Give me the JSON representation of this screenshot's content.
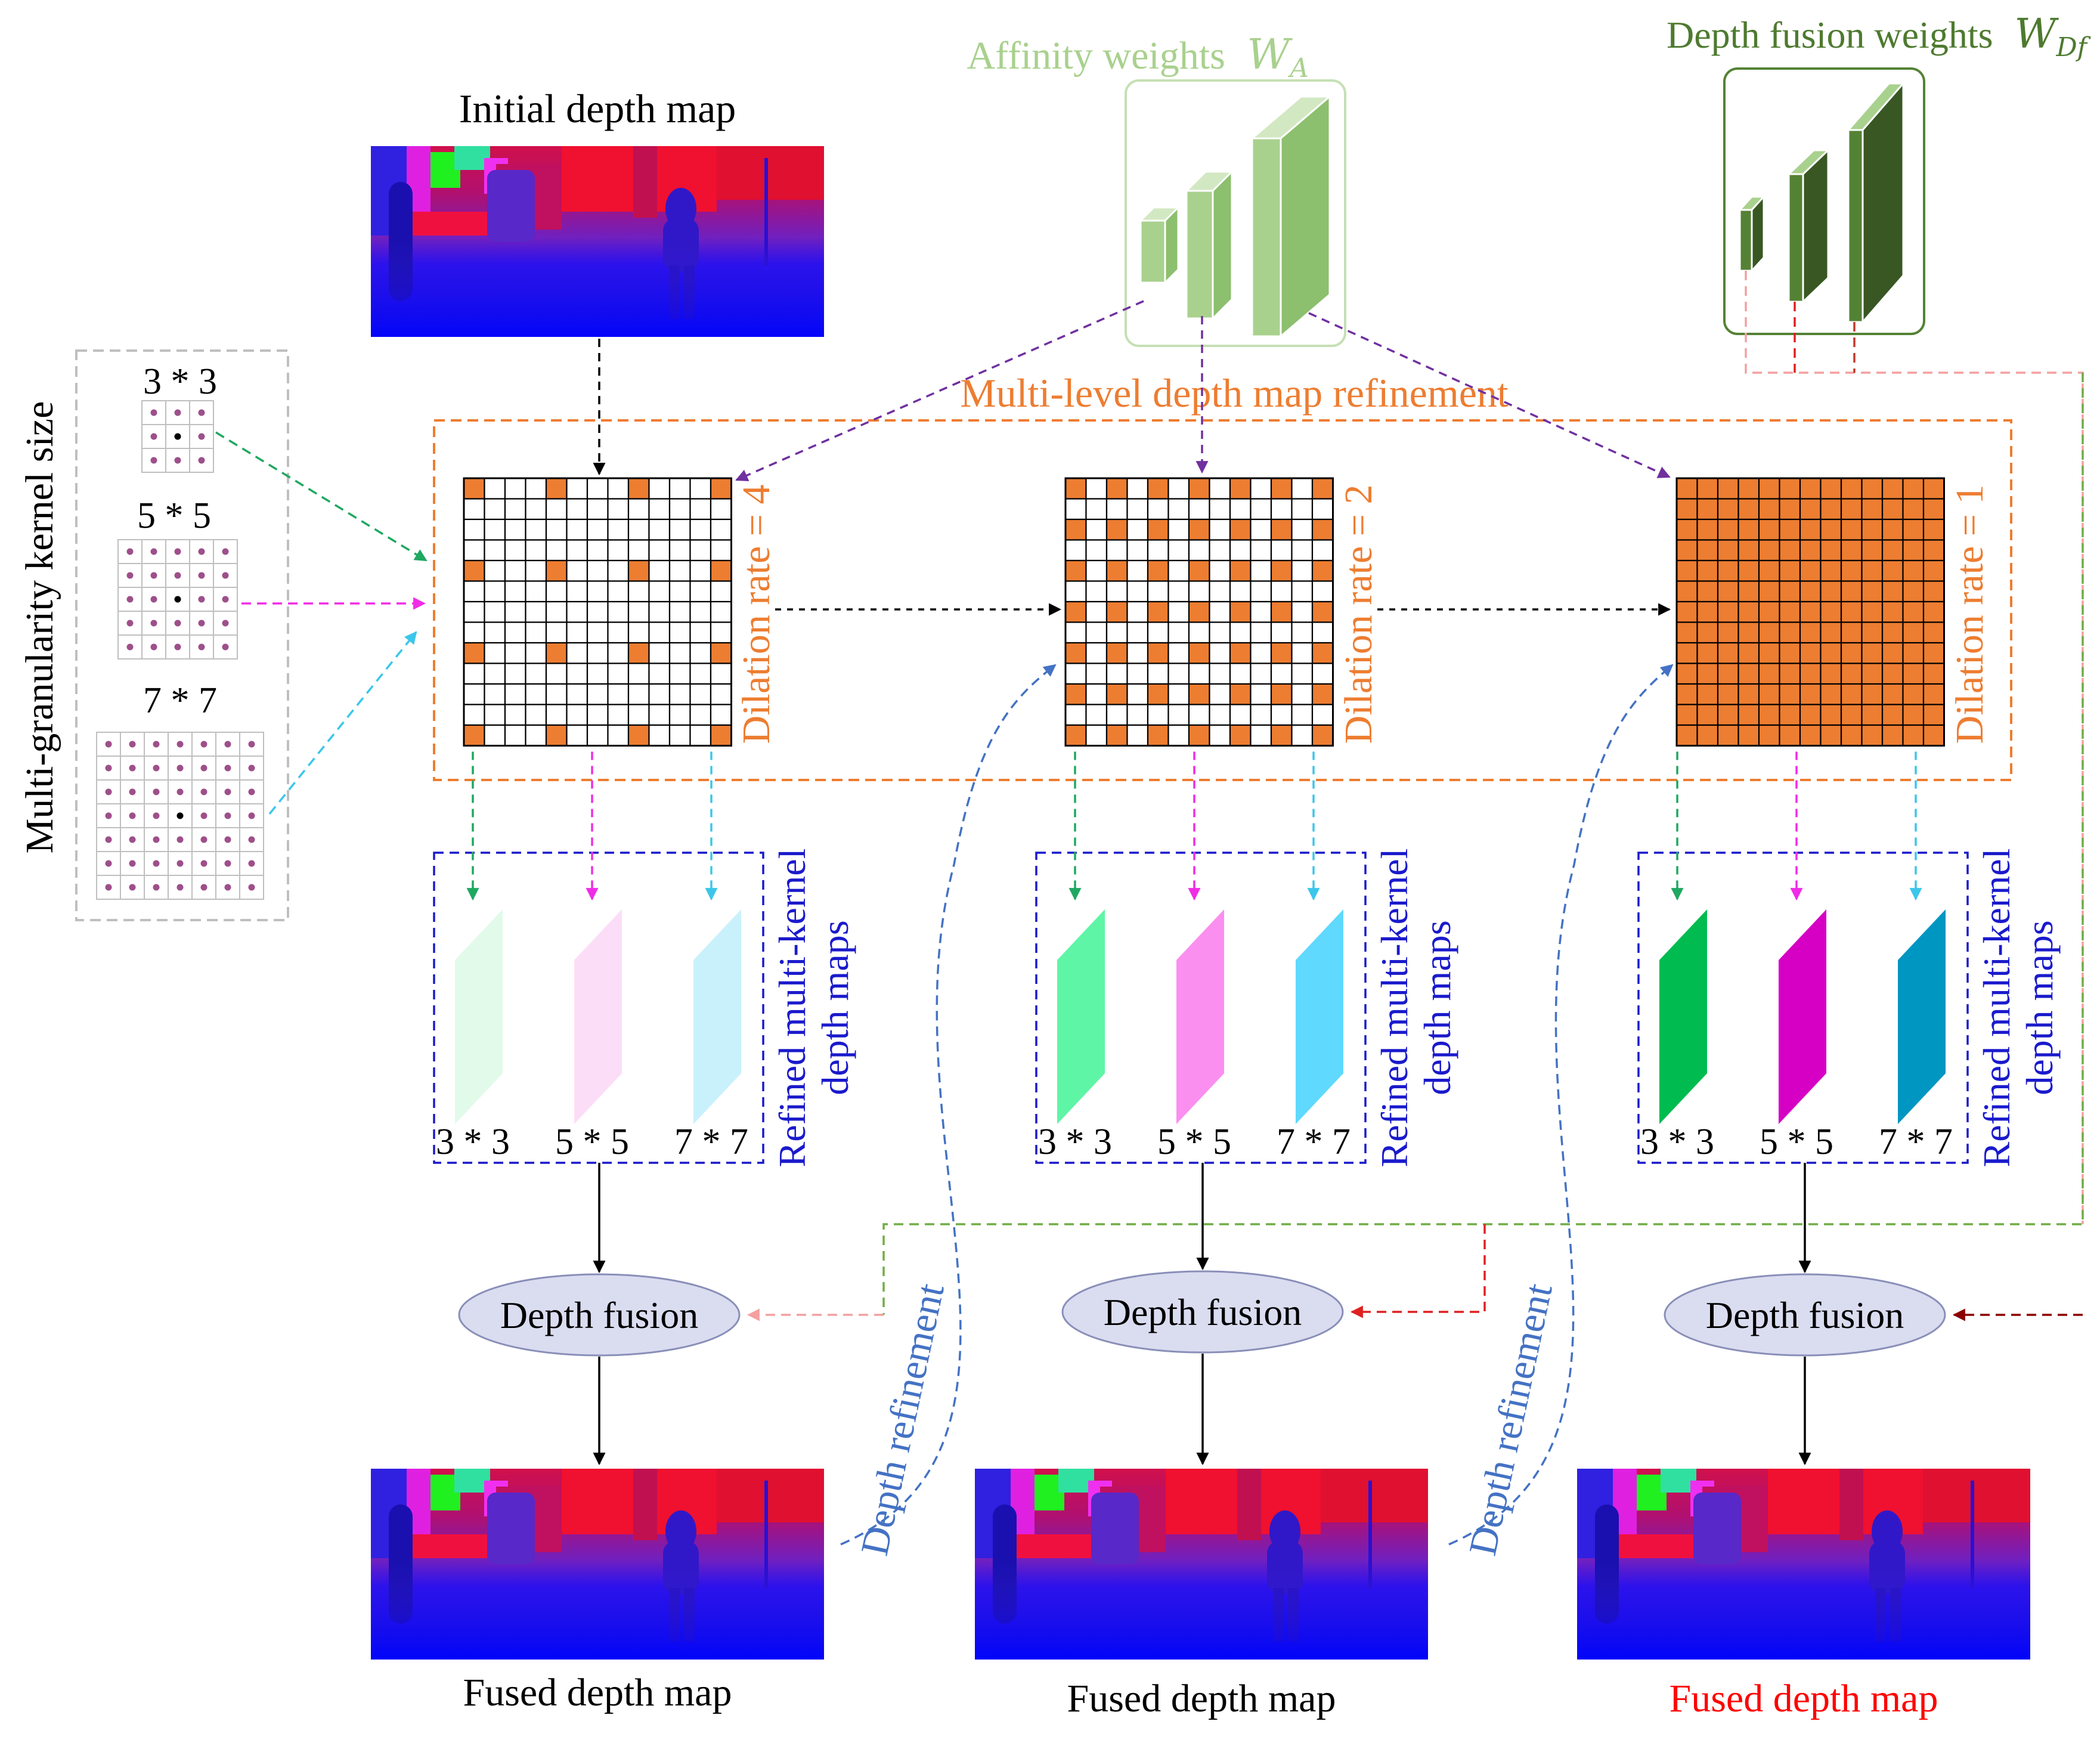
{
  "title_initial": "Initial depth map",
  "affinity_label": "Affinity weights",
  "affinity_symbol": "W",
  "affinity_sub": "A",
  "fusion_weights_label": "Depth fusion weights",
  "fusion_weights_symbol": "W",
  "fusion_weights_sub": "Df",
  "kernel_panel_label": "Multi-granularity kernel size",
  "kernel_sizes": [
    "3 * 3",
    "5 * 5",
    "7 * 7"
  ],
  "refinement_label": "Multi-level depth map refinement",
  "dilation_labels": [
    "Dilation rate = 4",
    "Dilation rate = 2",
    "Dilation rate = 1"
  ],
  "refined_label_line1": "Refined multi-kernel",
  "refined_label_line2": "depth maps",
  "refined_kernel_labels": [
    "3 * 3",
    "5 * 5",
    "7 * 7"
  ],
  "depth_fusion_label": "Depth fusion",
  "depth_refinement_label": "Depth refinement",
  "fused_label": "Fused depth map",
  "colors": {
    "orange": "#ED7D31",
    "affinity_green": "#A9D18E",
    "fusion_green": "#4E7A2F",
    "kernel_dot": "#9E4F8A",
    "blue_label": "#1A1ACC",
    "refine_arrow": "#4472C4",
    "final_label": "#FF0000",
    "ellipse_fill": "#DADCF0",
    "stage_colors": [
      [
        "#E2FAEA",
        "#FCDDF8",
        "#C9F1FC"
      ],
      [
        "#5FF5A6",
        "#FA8FF0",
        "#5FD9FD"
      ],
      [
        "#00BC50",
        "#D600C4",
        "#0096C2"
      ]
    ]
  }
}
